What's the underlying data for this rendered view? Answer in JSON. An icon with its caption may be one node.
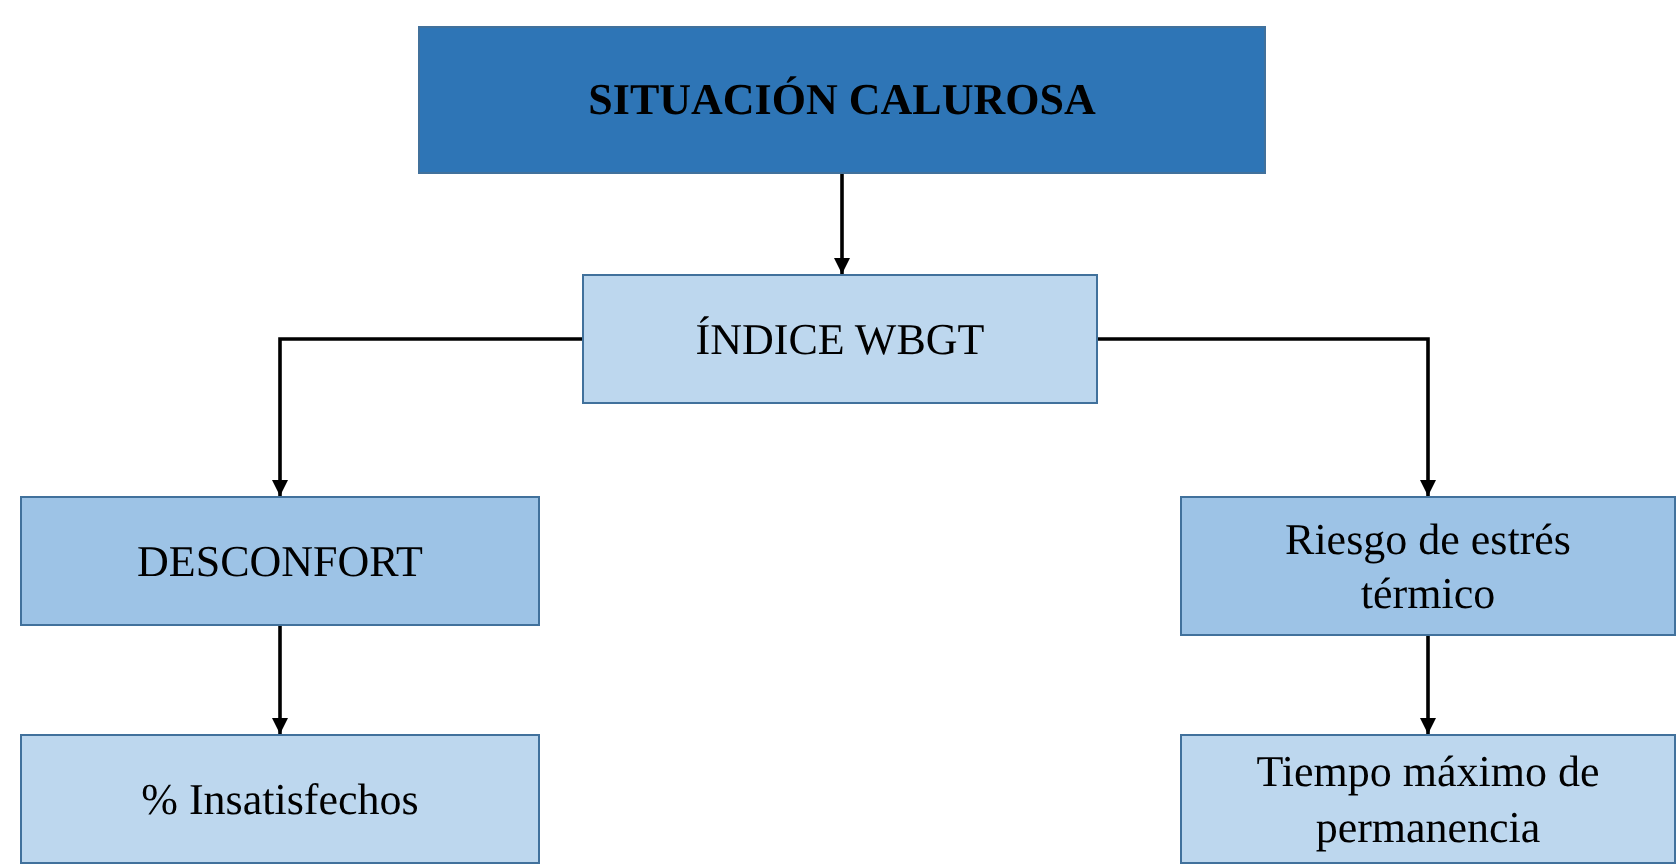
{
  "diagram": {
    "nodes": [
      {
        "text": [
          "SITUACIÓN CALUROSA"
        ]
      },
      {
        "text": [
          "ÍNDICE WBGT"
        ]
      },
      {
        "text": [
          "DESCONFORT"
        ]
      },
      {
        "text": [
          "Riesgo de estrés térmico"
        ]
      },
      {
        "text": [
          "% Insatisfechos"
        ]
      },
      {
        "text": [
          "Tiempo máximo de permanencia"
        ]
      }
    ],
    "edges": [
      {
        "from": 0,
        "to": 1,
        "arrow": "to"
      },
      {
        "from": 1,
        "to": 2,
        "arrow": "to"
      },
      {
        "from": 1,
        "to": 3,
        "arrow": "to"
      },
      {
        "from": 2,
        "to": 4,
        "arrow": "to"
      },
      {
        "from": 3,
        "to": 5,
        "arrow": "to"
      }
    ]
  }
}
